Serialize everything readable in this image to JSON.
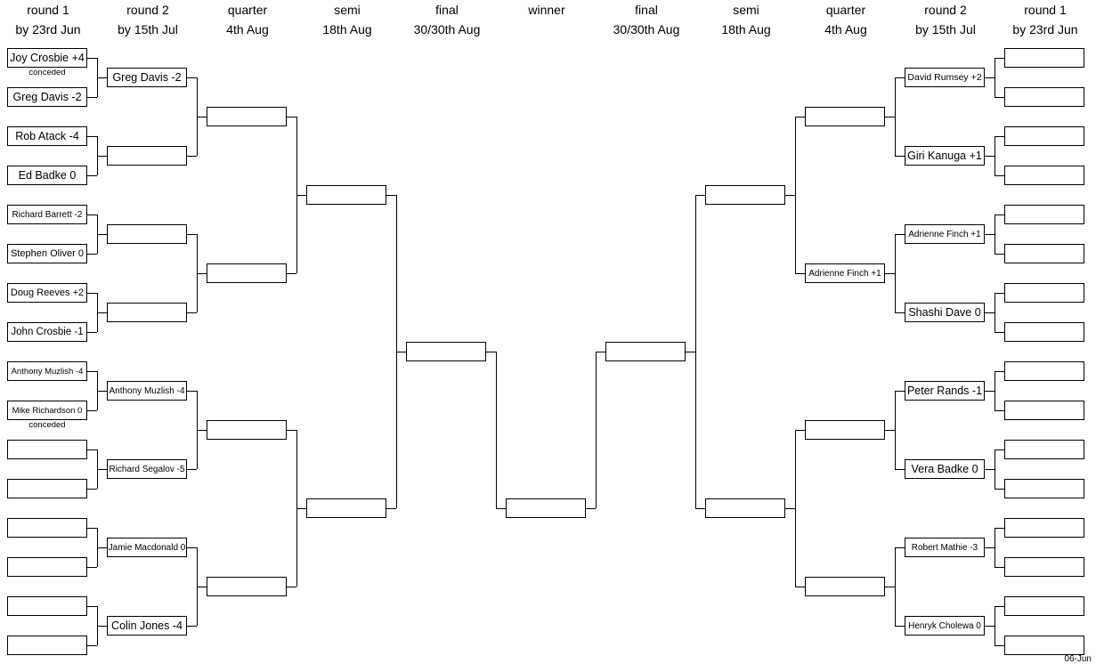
{
  "headers": {
    "left": [
      {
        "round": "round 1",
        "date": "by 23rd Jun"
      },
      {
        "round": "round 2",
        "date": "by 15th Jul"
      },
      {
        "round": "quarter",
        "date": "4th Aug"
      },
      {
        "round": "semi",
        "date": "18th Aug"
      },
      {
        "round": "final",
        "date": "30/30th Aug"
      }
    ],
    "center": {
      "round": "winner",
      "date": ""
    },
    "right": [
      {
        "round": "final",
        "date": "30/30th Aug"
      },
      {
        "round": "semi",
        "date": "18th Aug"
      },
      {
        "round": "quarter",
        "date": "4th Aug"
      },
      {
        "round": "round 2",
        "date": "by 15th Jul"
      },
      {
        "round": "round 1",
        "date": "by 23rd Jun"
      }
    ]
  },
  "left": {
    "round1": [
      "Joy Crosbie +4",
      "Greg Davis -2",
      "Rob Atack -4",
      "Ed Badke 0",
      "Richard Barrett -2",
      "Stephen Oliver 0",
      "Doug Reeves +2",
      "John Crosbie -1",
      "Anthony Muzlish -4",
      "Mike Richardson 0",
      "",
      "",
      "",
      "",
      "",
      ""
    ],
    "round2": [
      "Greg Davis -2",
      "",
      "",
      "",
      "Anthony Muzlish -4",
      "Richard Segalov -5",
      "Jamie Macdonald 0",
      "Colin Jones -4"
    ],
    "quarter": [
      "",
      "",
      "",
      ""
    ],
    "semi": [
      "",
      ""
    ],
    "final": [
      ""
    ]
  },
  "winner": "",
  "right": {
    "final": [
      ""
    ],
    "semi": [
      "",
      ""
    ],
    "quarter": [
      "",
      "Adrienne Finch +1",
      "",
      ""
    ],
    "round2": [
      "David Rumsey +2",
      "Giri Kanuga +1",
      "Adrienne Finch +1",
      "Shashi Dave 0",
      "Peter Rands -1",
      "Vera Badke 0",
      "Robert Mathie -3",
      "Henryk Cholewa 0"
    ],
    "round1": [
      "",
      "",
      "",
      "",
      "",
      "",
      "",
      "",
      "",
      "",
      "",
      "",
      "",
      "",
      "",
      ""
    ]
  },
  "notes": [
    "conceded",
    "conceded"
  ],
  "footer_date": "06-Jun"
}
